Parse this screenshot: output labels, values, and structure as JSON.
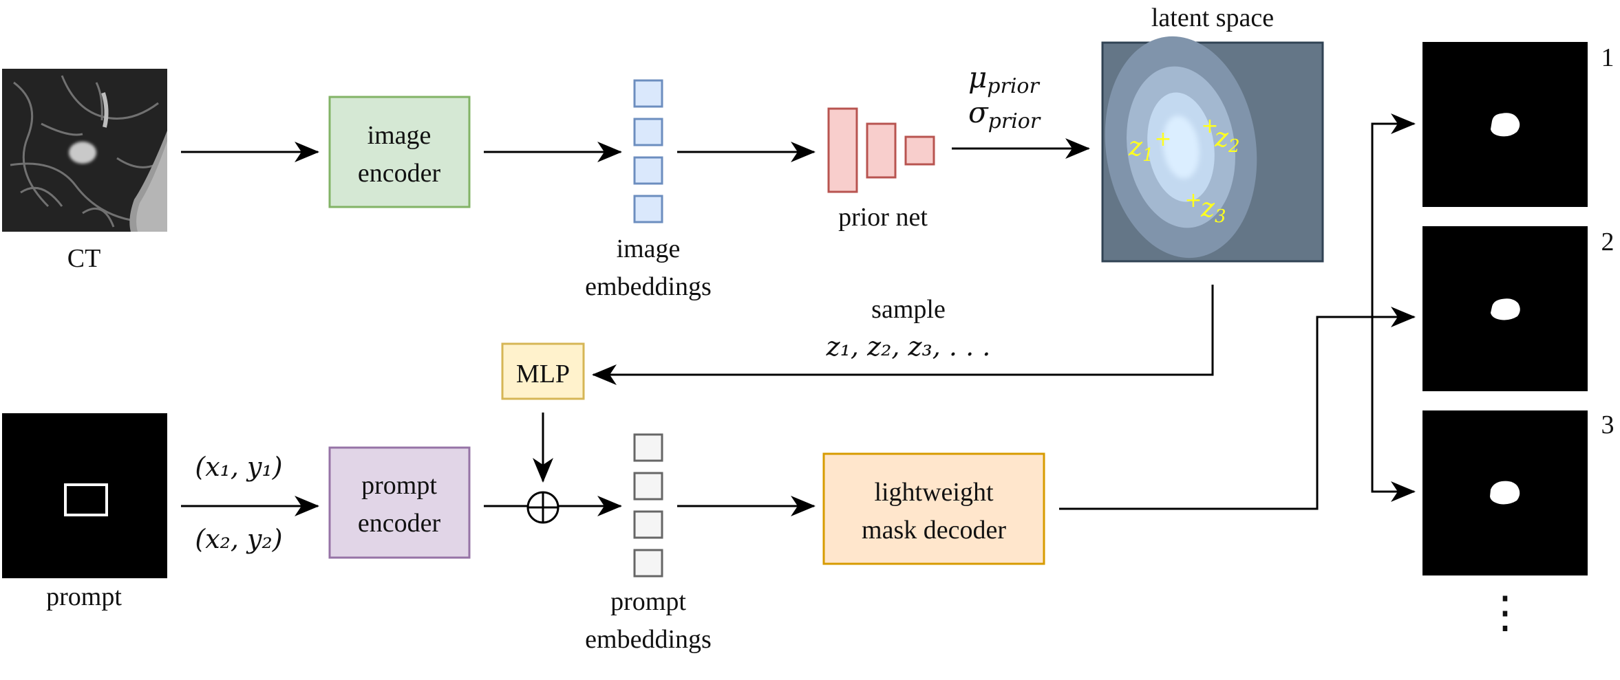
{
  "inputs": {
    "ct_label": "CT",
    "prompt_label": "prompt"
  },
  "blocks": {
    "image_encoder": {
      "line1": "image",
      "line2": "encoder",
      "fill": "#d5e8d4",
      "stroke": "#82b366"
    },
    "prompt_encoder": {
      "line1": "prompt",
      "line2": "encoder",
      "fill": "#e1d5e7",
      "stroke": "#9673a6"
    },
    "mlp": {
      "label": "MLP",
      "fill": "#fff2cc",
      "stroke": "#d6b656"
    },
    "mask_decoder": {
      "line1": "lightweight",
      "line2": "mask decoder",
      "fill": "#ffe6cc",
      "stroke": "#d79b00"
    },
    "prior_net": {
      "label": "prior net",
      "fill": "#f8cecc",
      "stroke": "#b85450"
    }
  },
  "embeddings": {
    "image": {
      "line1": "image",
      "line2": "embeddings",
      "fill": "#dae8fc",
      "stroke": "#6c8ebf"
    },
    "prompt": {
      "line1": "prompt",
      "line2": "embeddings",
      "fill": "#f5f5f5",
      "stroke": "#666666"
    }
  },
  "prompt_coords": {
    "top": "(x₁, y₁)",
    "bottom": "(x₂, y₂)"
  },
  "latent": {
    "title": "latent space",
    "mu": "μ",
    "mu_sub": "prior",
    "sigma": "σ",
    "sigma_sub": "prior",
    "samples": [
      {
        "sym": "z",
        "sub": "1"
      },
      {
        "sym": "z",
        "sub": "2"
      },
      {
        "sym": "z",
        "sub": "3"
      }
    ],
    "bg": "#647687",
    "marker_color": "#ffff1e"
  },
  "sample_text": {
    "line1": "sample",
    "line2": "z₁, z₂, z₃, . . ."
  },
  "combine_symbol": "⊕",
  "outputs": {
    "numbers": [
      "1",
      "2",
      "3"
    ],
    "more": "⋮"
  }
}
